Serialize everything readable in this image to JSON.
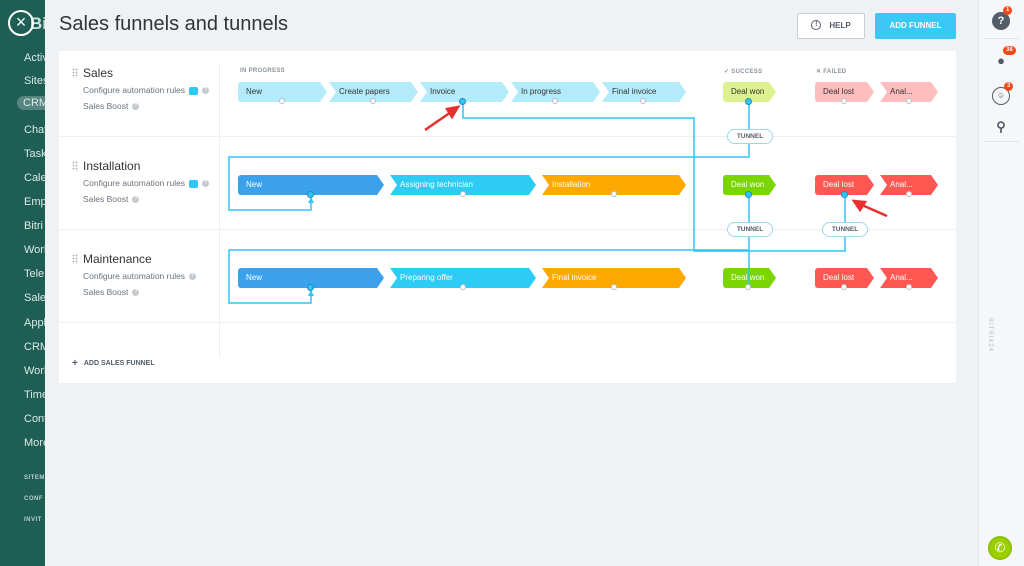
{
  "header": {
    "title": "Sales funnels and tunnels",
    "help_label": "HELP",
    "add_funnel_label": "ADD FUNNEL"
  },
  "sidebar": {
    "logo": "Bit",
    "items": [
      "Activ",
      "Sites",
      "CRM",
      "Chat",
      "Task",
      "Cale",
      "Emp",
      "Bitri",
      "Work",
      "Tele",
      "Sales",
      "Appl",
      "CRM",
      "Work",
      "Time",
      "Cont",
      "More"
    ],
    "small_items": [
      "SITEM",
      "CONF",
      "INVIT"
    ]
  },
  "right_panel": {
    "badges": [
      "1",
      "38",
      "3"
    ],
    "vertical_label": "BITRIX24"
  },
  "sections": {
    "in_progress": "IN PROGRESS",
    "success": "SUCCESS",
    "failed": "FAILED"
  },
  "funnels": [
    {
      "name": "Sales",
      "automation": "Configure automation rules",
      "boost": "Sales Boost",
      "stages": [
        "New",
        "Create papers",
        "Invoice",
        "In progress",
        "Final invoice"
      ],
      "success": "Deal won",
      "failed": [
        "Deal lost",
        "Anal..."
      ]
    },
    {
      "name": "Installation",
      "automation": "Configure automation rules",
      "boost": "Sales Boost",
      "stages": [
        "New",
        "Assigning technician",
        "Installation"
      ],
      "success": "Deal won",
      "failed": [
        "Deal lost",
        "Anal..."
      ]
    },
    {
      "name": "Maintenance",
      "automation": "Configure automation rules",
      "boost": "Sales Boost",
      "stages": [
        "New",
        "Preparing offer",
        "Final invoice"
      ],
      "success": "Deal won",
      "failed": [
        "Deal lost",
        "Anal..."
      ]
    }
  ],
  "tunnel_label": "TUNNEL",
  "add_sales_funnel": "ADD SALES FUNNEL",
  "colors": {
    "accent": "#3bc8f5",
    "sidebar": "#1e5e54",
    "won_light": "#dcf28f",
    "won": "#7bd500",
    "lost_light": "#ffbdbd",
    "lost": "#ff5752",
    "stage_light": "#b3ebfa",
    "stage_blue": "#3ba1ec",
    "stage_sky": "#2ecbf5",
    "stage_orange": "#ffa800"
  }
}
